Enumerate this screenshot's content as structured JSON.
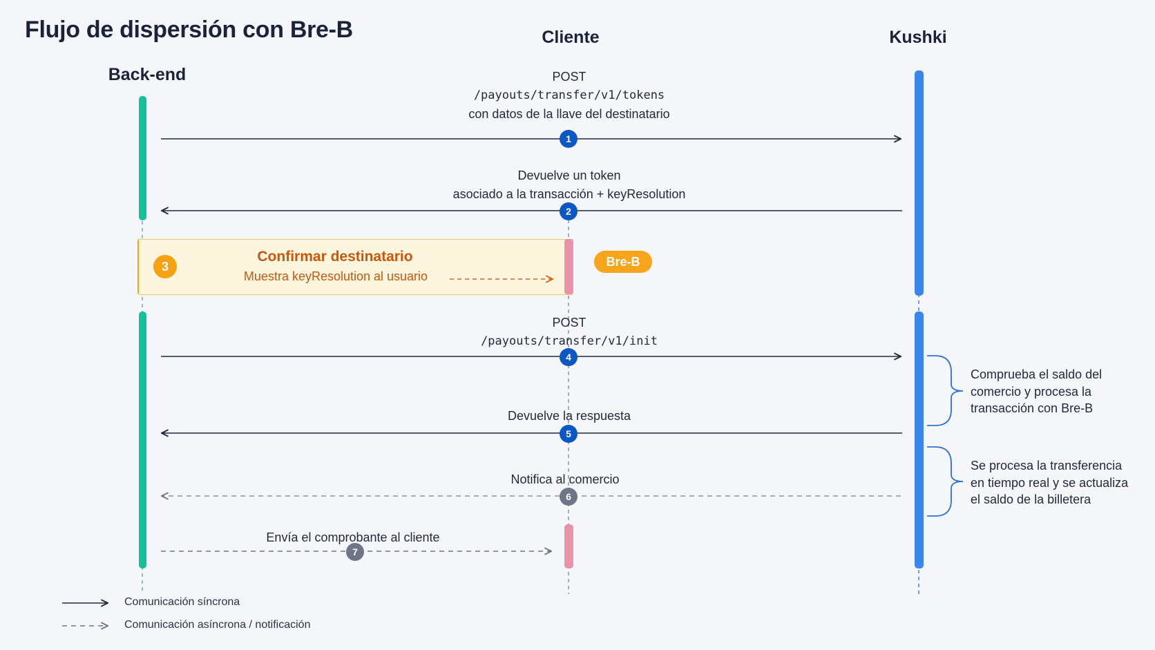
{
  "title": "Flujo de dispersión con Bre-B",
  "actors": {
    "backend": "Back-end",
    "cliente": "Cliente",
    "kushki": "Kushki"
  },
  "colors": {
    "backend_bar": "#16bf98",
    "kushki_bar": "#3a86ec",
    "cliente_bar": "#e993a8",
    "step_blue": "#0b57c4",
    "step_gray": "#6e7588",
    "highlight_orange": "#f6a313"
  },
  "messages": [
    {
      "num": "1",
      "lines": [
        "POST",
        "/payouts/transfer/v1/tokens",
        "con datos de la llave del destinatario"
      ],
      "style": "sync"
    },
    {
      "num": "2",
      "lines": [
        "Devuelve un token",
        "asociado a la transacción + keyResolution"
      ],
      "style": "sync"
    },
    {
      "num": "3",
      "title": "Confirmar destinatario",
      "sub": "Muestra keyResolution al usuario",
      "tag": "Bre-B",
      "style": "async"
    },
    {
      "num": "4",
      "lines": [
        "POST",
        "/payouts/transfer/v1/init"
      ],
      "style": "sync"
    },
    {
      "num": "5",
      "lines": [
        "Devuelve la respuesta"
      ],
      "style": "sync"
    },
    {
      "num": "6",
      "lines": [
        "Notifica al comercio"
      ],
      "style": "async"
    },
    {
      "num": "7",
      "lines": [
        "Envía el comprobante al cliente"
      ],
      "style": "async"
    }
  ],
  "notes": [
    [
      "Comprueba el saldo del",
      "comercio y procesa la",
      "transacción con Bre-B"
    ],
    [
      "Se procesa la transferencia",
      "en tiempo real y se actualiza",
      "el saldo de la billetera"
    ]
  ],
  "legend": {
    "sync": "Comunicación síncrona",
    "async": "Comunicación asíncrona / notificación"
  }
}
